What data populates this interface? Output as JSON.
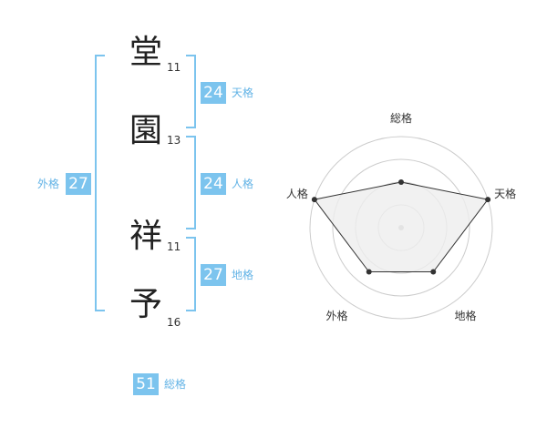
{
  "name": {
    "chars": [
      {
        "char": "堂",
        "strokes": "11"
      },
      {
        "char": "園",
        "strokes": "13"
      },
      {
        "char": "祥",
        "strokes": "11"
      },
      {
        "char": "予",
        "strokes": "16"
      }
    ]
  },
  "kaku": {
    "tenkaku": {
      "value": "24",
      "label": "天格"
    },
    "jinkaku": {
      "value": "24",
      "label": "人格"
    },
    "chikaku": {
      "value": "27",
      "label": "地格"
    },
    "gaikaku": {
      "value": "27",
      "label": "外格"
    },
    "soukaku": {
      "value": "51",
      "label": "総格"
    }
  },
  "radar": {
    "axes": [
      "総格",
      "天格",
      "地格",
      "外格",
      "人格"
    ],
    "levels": 4,
    "values": [
      0.5,
      1.0,
      0.6,
      0.6,
      1.0
    ],
    "colors": {
      "grid": "#cccccc",
      "fill": "#eeeeee",
      "line": "#333333",
      "point": "#333333",
      "center": "#bbbbbb"
    }
  },
  "colors": {
    "accent": "#7cc4ee",
    "label": "#62b3e6"
  }
}
